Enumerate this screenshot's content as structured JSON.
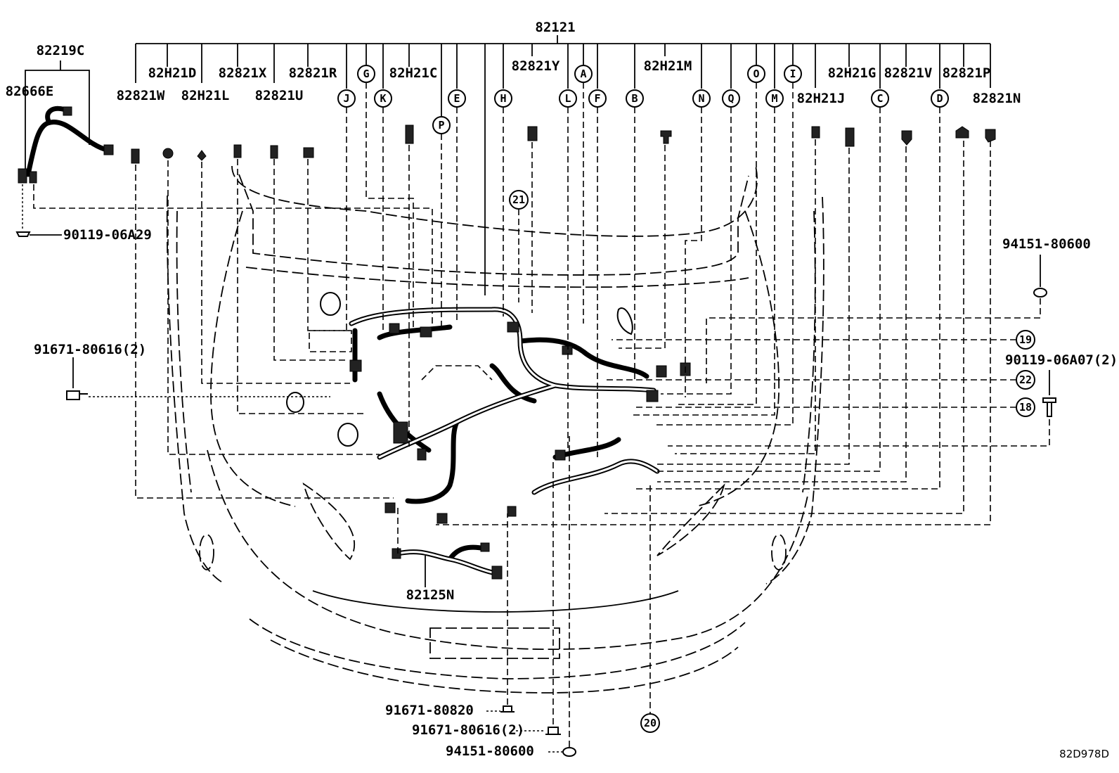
{
  "main_part": "82121",
  "harness_left": {
    "top_label": "82219C",
    "side_label": "82666E"
  },
  "bottom_harness": "82125N",
  "connector_labels": [
    "82H21D",
    "82821X",
    "82821R",
    "82H21C",
    "82821Y",
    "82H21M",
    "82H21G",
    "82821V",
    "82821P",
    "82821W",
    "82H21L",
    "82821U",
    "82H21J",
    "82821N"
  ],
  "circle_letters": [
    "J",
    "K",
    "G",
    "E",
    "P",
    "H",
    "L",
    "A",
    "F",
    "B",
    "N",
    "Q",
    "O",
    "M",
    "I",
    "C",
    "D"
  ],
  "circle_numbers": [
    "21",
    "19",
    "22",
    "18",
    "20"
  ],
  "fasteners": {
    "left_bolt": "90119-06A29",
    "left_clip": "91671-80616(2)",
    "right_grommet": "94151-80600",
    "right_bolt": "90119-06A07(2)",
    "bottom_1": "91671-80820",
    "bottom_2": "91671-80616(2)",
    "bottom_3": "94151-80600"
  },
  "diagram_code": "82D978D"
}
